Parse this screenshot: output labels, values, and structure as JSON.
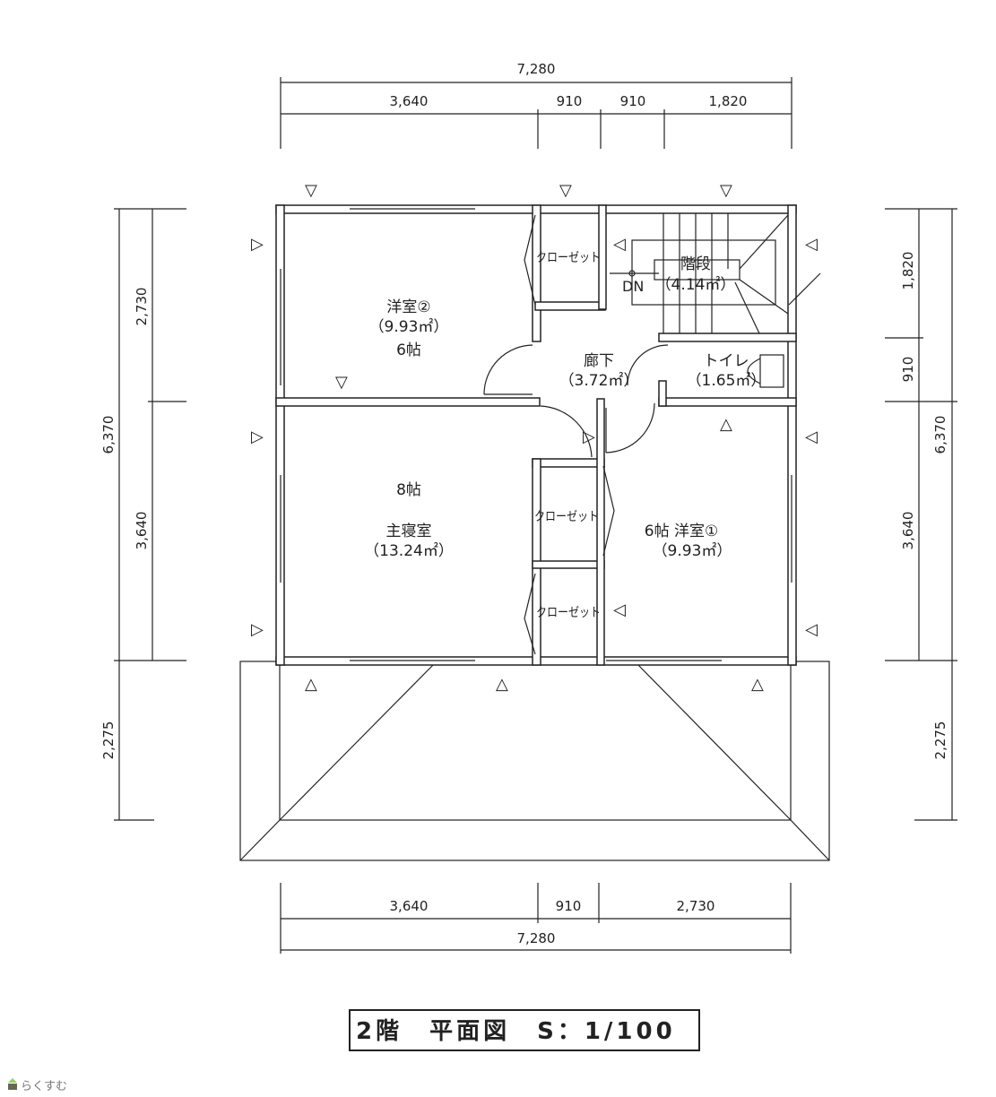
{
  "title": "2階　平面図　S：1/100",
  "logo": "らくすむ",
  "dimensions": {
    "top_total": "7,280",
    "top_segments": [
      "3,640",
      "910",
      "910",
      "1,820"
    ],
    "bottom_segments": [
      "3,640",
      "910",
      "2,730"
    ],
    "bottom_total": "7,280",
    "left_total": "6,370",
    "left_segments": [
      "2,730",
      "3,640"
    ],
    "left_balcony": "2,275",
    "right_total": "6,370",
    "right_segments": [
      "1,820",
      "910",
      "3,640"
    ],
    "right_balcony": "2,275"
  },
  "rooms": {
    "western2": {
      "name": "洋室②",
      "area": "（9.93㎡）",
      "size": "6帖"
    },
    "master": {
      "size": "8帖",
      "name": "主寝室",
      "area": "（13.24㎡）"
    },
    "western1": {
      "name": "6帖 洋室①",
      "area": "（9.93㎡）"
    },
    "hall": {
      "name": "廊下",
      "area": "（3.72㎡）"
    },
    "stairs": {
      "name": "階段",
      "area": "（4.14㎡）",
      "dn": "DN"
    },
    "toilet": {
      "name": "トイレ",
      "area": "（1.65㎡）"
    },
    "closet1": "クローゼット",
    "closet2": "クローゼット",
    "closet3": "クローゼット"
  }
}
